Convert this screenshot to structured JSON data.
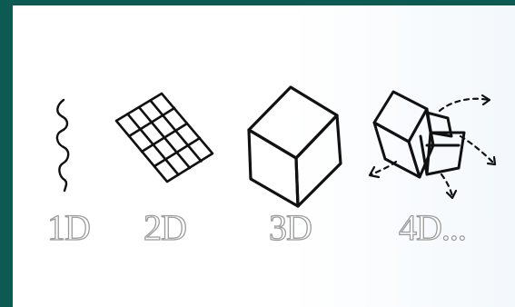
{
  "dimensions": {
    "d1": {
      "label": "1D",
      "icon": "wavy-line-icon"
    },
    "d2": {
      "label": "2D",
      "icon": "grid-plane-icon"
    },
    "d3": {
      "label": "3D",
      "icon": "cube-icon"
    },
    "d4": {
      "label": "4D...",
      "icon": "unfolding-tesseract-icon"
    }
  },
  "colors": {
    "border": "#0c5a52",
    "ink": "#111111",
    "label_outline": "#9c9c9c",
    "background": "#ffffff"
  }
}
